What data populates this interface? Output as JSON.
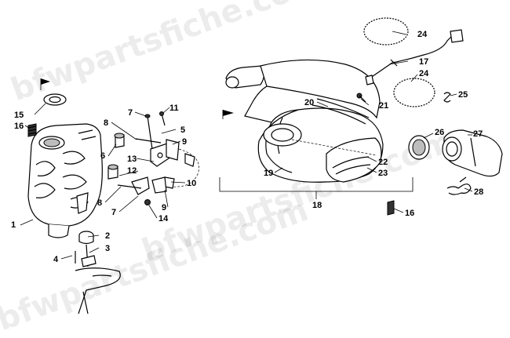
{
  "diagram": {
    "watermark": "bfwpartsfiche.com",
    "callouts": {
      "c1": "1",
      "c2": "2",
      "c3": "3",
      "c4": "4",
      "c5": "5",
      "c6": "6",
      "c7a": "7",
      "c7b": "7",
      "c8a": "8",
      "c8b": "8",
      "c9a": "9",
      "c9b": "9",
      "c10": "10",
      "c11": "11",
      "c12": "12",
      "c13": "13",
      "c14": "14",
      "c15": "15",
      "c16a": "16",
      "c16b": "16",
      "c17": "17",
      "c18": "18",
      "c19": "19",
      "c20": "20",
      "c21": "21",
      "c22": "22",
      "c23": "23",
      "c24a": "24",
      "c24b": "24",
      "c25": "25",
      "c26": "26",
      "c27": "27",
      "c28": "28"
    }
  }
}
